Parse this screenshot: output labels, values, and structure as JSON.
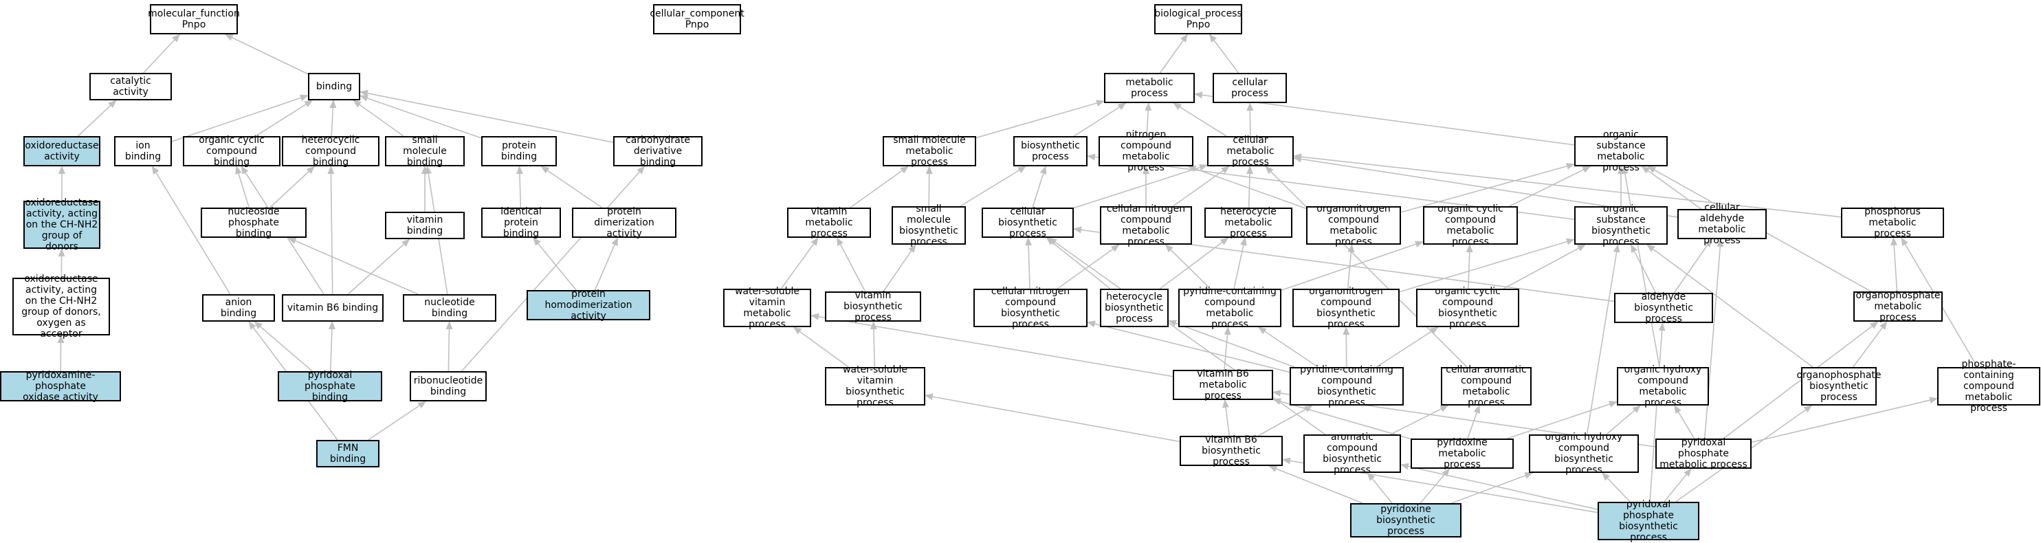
{
  "colors": {
    "highlight": "#add8e6",
    "plain": "#ffffff",
    "border": "#000000",
    "edge": "#c0c0c0"
  },
  "nodes": [
    {
      "id": "mf",
      "label": "molecular_function\nPnpo",
      "hl": false
    },
    {
      "id": "cc",
      "label": "cellular_component\nPnpo",
      "hl": false
    },
    {
      "id": "bp",
      "label": "biological_process\nPnpo",
      "hl": false
    },
    {
      "id": "catalytic",
      "label": "catalytic activity",
      "hl": false
    },
    {
      "id": "binding",
      "label": "binding",
      "hl": false
    },
    {
      "id": "oxred",
      "label": "oxidoreductase\nactivity",
      "hl": true
    },
    {
      "id": "ionb",
      "label": "ion binding",
      "hl": false
    },
    {
      "id": "orgcycb",
      "label": "organic cyclic\ncompound binding",
      "hl": false
    },
    {
      "id": "hetcycb",
      "label": "heterocyclic\ncompound binding",
      "hl": false
    },
    {
      "id": "smallmolb",
      "label": "small molecule\nbinding",
      "hl": false
    },
    {
      "id": "protb",
      "label": "protein binding",
      "hl": false
    },
    {
      "id": "carbob",
      "label": "carbohydrate\nderivative binding",
      "hl": false
    },
    {
      "id": "oxred_ch",
      "label": "oxidoreductase\nactivity, acting\non the CH-NH2\ngroup of donors",
      "hl": true
    },
    {
      "id": "nucphosb",
      "label": "nucleoside phosphate\nbinding",
      "hl": false
    },
    {
      "id": "vitb",
      "label": "vitamin binding",
      "hl": false
    },
    {
      "id": "identprotb",
      "label": "identical protein\nbinding",
      "hl": false
    },
    {
      "id": "protdimer",
      "label": "protein dimerization\nactivity",
      "hl": false
    },
    {
      "id": "oxred_oxy",
      "label": "oxidoreductase\nactivity, acting\non the CH-NH2\ngroup of donors,\noxygen as acceptor",
      "hl": false
    },
    {
      "id": "anionb",
      "label": "anion binding",
      "hl": false
    },
    {
      "id": "vitb6b",
      "label": "vitamin B6 binding",
      "hl": false
    },
    {
      "id": "nucb",
      "label": "nucleotide binding",
      "hl": false
    },
    {
      "id": "protdimer2",
      "label": "protein homodimerization\nactivity",
      "hl": true
    },
    {
      "id": "ppox",
      "label": "pyridoxamine-phosphate\noxidase activity",
      "hl": true
    },
    {
      "id": "plpb",
      "label": "pyridoxal phosphate\nbinding",
      "hl": true
    },
    {
      "id": "ribonucb",
      "label": "ribonucleotide\nbinding",
      "hl": false
    },
    {
      "id": "fmnb",
      "label": "FMN binding",
      "hl": true
    },
    {
      "id": "metab",
      "label": "metabolic process",
      "hl": false
    },
    {
      "id": "cellproc",
      "label": "cellular process",
      "hl": false
    },
    {
      "id": "smallmolmp",
      "label": "small molecule\nmetabolic process",
      "hl": false
    },
    {
      "id": "biosyn",
      "label": "biosynthetic\nprocess",
      "hl": false
    },
    {
      "id": "nitromp",
      "label": "nitrogen compound\nmetabolic process",
      "hl": false
    },
    {
      "id": "cellmp",
      "label": "cellular metabolic\nprocess",
      "hl": false
    },
    {
      "id": "orgsubmp",
      "label": "organic substance\nmetabolic process",
      "hl": false
    },
    {
      "id": "vitmp",
      "label": "vitamin metabolic\nprocess",
      "hl": false
    },
    {
      "id": "smallmolbp",
      "label": "small molecule\nbiosynthetic\nprocess",
      "hl": false
    },
    {
      "id": "cellbiosyn",
      "label": "cellular biosynthetic\nprocess",
      "hl": false
    },
    {
      "id": "cellnitro",
      "label": "cellular nitrogen\ncompound metabolic\nprocess",
      "hl": false
    },
    {
      "id": "hetcycmp",
      "label": "heterocycle\nmetabolic process",
      "hl": false
    },
    {
      "id": "organonitmp",
      "label": "organonitrogen\ncompound metabolic\nprocess",
      "hl": false
    },
    {
      "id": "orgcycmp",
      "label": "organic cyclic\ncompound metabolic\nprocess",
      "hl": false
    },
    {
      "id": "orgsubbp",
      "label": "organic substance\nbiosynthetic\nprocess",
      "hl": false
    },
    {
      "id": "cellald",
      "label": "cellular aldehyde\nmetabolic process",
      "hl": false
    },
    {
      "id": "phosmp",
      "label": "phosphorus metabolic\nprocess",
      "hl": false
    },
    {
      "id": "wsvitmp",
      "label": "water-soluble\nvitamin metabolic\nprocess",
      "hl": false
    },
    {
      "id": "vitbp",
      "label": "vitamin biosynthetic\nprocess",
      "hl": false
    },
    {
      "id": "cellnitrobp",
      "label": "cellular nitrogen\ncompound biosynthetic\nprocess",
      "hl": false
    },
    {
      "id": "hetcycbp",
      "label": "heterocycle\nbiosynthetic\nprocess",
      "hl": false
    },
    {
      "id": "pyrcmp",
      "label": "pyridine-containing\ncompound metabolic\nprocess",
      "hl": false
    },
    {
      "id": "organonitbp",
      "label": "organonitrogen\ncompound biosynthetic\nprocess",
      "hl": false
    },
    {
      "id": "orgcycbp",
      "label": "organic cyclic\ncompound biosynthetic\nprocess",
      "hl": false
    },
    {
      "id": "aldbp",
      "label": "aldehyde biosynthetic\nprocess",
      "hl": false
    },
    {
      "id": "orgphosmp",
      "label": "organophosphate\nmetabolic process",
      "hl": false
    },
    {
      "id": "wsvitbp",
      "label": "water-soluble\nvitamin biosynthetic\nprocess",
      "hl": false
    },
    {
      "id": "vitb6mp",
      "label": "vitamin B6 metabolic\nprocess",
      "hl": false
    },
    {
      "id": "pyrcbp",
      "label": "pyridine-containing\ncompound biosynthetic\nprocess",
      "hl": false
    },
    {
      "id": "cellaromp",
      "label": "cellular aromatic\ncompound metabolic\nprocess",
      "hl": false
    },
    {
      "id": "orghydmp",
      "label": "organic hydroxy\ncompound metabolic\nprocess",
      "hl": false
    },
    {
      "id": "orgphosbp",
      "label": "organophosphate\nbiosynthetic\nprocess",
      "hl": false
    },
    {
      "id": "phoscontmp",
      "label": "phosphate-containing\ncompound metabolic\nprocess",
      "hl": false
    },
    {
      "id": "vitb6bp",
      "label": "vitamin B6 biosynthetic\nprocess",
      "hl": false
    },
    {
      "id": "arombp",
      "label": "aromatic compound\nbiosynthetic\nprocess",
      "hl": false
    },
    {
      "id": "pyridoxmp",
      "label": "pyridoxine metabolic\nprocess",
      "hl": false
    },
    {
      "id": "orghydbp",
      "label": "organic hydroxy\ncompound biosynthetic\nprocess",
      "hl": false
    },
    {
      "id": "plpmp",
      "label": "pyridoxal phosphate\nmetabolic process",
      "hl": false
    },
    {
      "id": "pyridoxbp",
      "label": "pyridoxine biosynthetic\nprocess",
      "hl": true
    },
    {
      "id": "plpbp",
      "label": "pyridoxal phosphate\nbiosynthetic\nprocess",
      "hl": true
    }
  ],
  "edges": [
    [
      "catalytic",
      "mf"
    ],
    [
      "binding",
      "mf"
    ],
    [
      "oxred",
      "catalytic"
    ],
    [
      "ionb",
      "binding"
    ],
    [
      "orgcycb",
      "binding"
    ],
    [
      "hetcycb",
      "binding"
    ],
    [
      "smallmolb",
      "binding"
    ],
    [
      "protb",
      "binding"
    ],
    [
      "carbob",
      "binding"
    ],
    [
      "oxred_ch",
      "oxred"
    ],
    [
      "oxred_oxy",
      "oxred_ch"
    ],
    [
      "ppox",
      "oxred_oxy"
    ],
    [
      "nucphosb",
      "orgcycb"
    ],
    [
      "nucphosb",
      "hetcycb"
    ],
    [
      "vitb",
      "smallmolb"
    ],
    [
      "identprotb",
      "protb"
    ],
    [
      "protdimer",
      "protb"
    ],
    [
      "protdimer2",
      "identprotb"
    ],
    [
      "protdimer2",
      "protdimer"
    ],
    [
      "anionb",
      "ionb"
    ],
    [
      "vitb6b",
      "vitb"
    ],
    [
      "vitb6b",
      "orgcycb"
    ],
    [
      "vitb6b",
      "hetcycb"
    ],
    [
      "nucb",
      "nucphosb"
    ],
    [
      "nucb",
      "smallmolb"
    ],
    [
      "plpb",
      "anionb"
    ],
    [
      "plpb",
      "vitb6b"
    ],
    [
      "ribonucb",
      "nucb"
    ],
    [
      "ribonucb",
      "carbob"
    ],
    [
      "fmnb",
      "ribonucb"
    ],
    [
      "fmnb",
      "anionb"
    ],
    [
      "metab",
      "bp"
    ],
    [
      "cellproc",
      "bp"
    ],
    [
      "smallmolmp",
      "metab"
    ],
    [
      "biosyn",
      "metab"
    ],
    [
      "nitromp",
      "metab"
    ],
    [
      "cellmp",
      "metab"
    ],
    [
      "cellmp",
      "cellproc"
    ],
    [
      "orgsubmp",
      "metab"
    ],
    [
      "vitmp",
      "smallmolmp"
    ],
    [
      "smallmolbp",
      "smallmolmp"
    ],
    [
      "smallmolbp",
      "biosyn"
    ],
    [
      "cellbiosyn",
      "biosyn"
    ],
    [
      "cellbiosyn",
      "cellmp"
    ],
    [
      "cellnitro",
      "nitromp"
    ],
    [
      "cellnitro",
      "cellmp"
    ],
    [
      "hetcycmp",
      "cellmp"
    ],
    [
      "organonitmp",
      "nitromp"
    ],
    [
      "organonitmp",
      "orgsubmp"
    ],
    [
      "orgcycmp",
      "orgsubmp"
    ],
    [
      "orgsubbp",
      "biosyn"
    ],
    [
      "orgsubbp",
      "orgsubmp"
    ],
    [
      "cellald",
      "cellmp"
    ],
    [
      "cellald",
      "orgsubmp"
    ],
    [
      "phosmp",
      "cellmp"
    ],
    [
      "wsvitmp",
      "vitmp"
    ],
    [
      "vitbp",
      "vitmp"
    ],
    [
      "vitbp",
      "smallmolbp"
    ],
    [
      "cellnitrobp",
      "cellbiosyn"
    ],
    [
      "cellnitrobp",
      "cellnitro"
    ],
    [
      "hetcycbp",
      "cellbiosyn"
    ],
    [
      "hetcycbp",
      "hetcycmp"
    ],
    [
      "pyrcmp",
      "cellnitro"
    ],
    [
      "pyrcmp",
      "hetcycmp"
    ],
    [
      "pyrcmp",
      "orgcycmp"
    ],
    [
      "organonitbp",
      "organonitmp"
    ],
    [
      "organonitbp",
      "orgsubbp"
    ],
    [
      "orgcycbp",
      "orgcycmp"
    ],
    [
      "orgcycbp",
      "orgsubbp"
    ],
    [
      "aldbp",
      "cellbiosyn"
    ],
    [
      "aldbp",
      "cellald"
    ],
    [
      "aldbp",
      "orgsubbp"
    ],
    [
      "orgphosmp",
      "phosmp"
    ],
    [
      "orgphosmp",
      "orgsubmp"
    ],
    [
      "wsvitbp",
      "wsvitmp"
    ],
    [
      "wsvitbp",
      "vitbp"
    ],
    [
      "vitb6mp",
      "wsvitmp"
    ],
    [
      "vitb6mp",
      "pyrcmp"
    ],
    [
      "pyrcbp",
      "cellnitrobp"
    ],
    [
      "pyrcbp",
      "hetcycbp"
    ],
    [
      "pyrcbp",
      "pyrcmp"
    ],
    [
      "pyrcbp",
      "organonitbp"
    ],
    [
      "pyrcbp",
      "orgcycbp"
    ],
    [
      "cellaromp",
      "cellmp"
    ],
    [
      "orghydmp",
      "orgsubmp"
    ],
    [
      "orgphosbp",
      "orgphosmp"
    ],
    [
      "orgphosbp",
      "orgsubbp"
    ],
    [
      "phoscontmp",
      "phosmp"
    ],
    [
      "vitb6bp",
      "vitb6mp"
    ],
    [
      "vitb6bp",
      "pyrcbp"
    ],
    [
      "vitb6bp",
      "wsvitbp"
    ],
    [
      "arombp",
      "cellaromp"
    ],
    [
      "arombp",
      "cellbiosyn"
    ],
    [
      "pyridoxmp",
      "vitb6mp"
    ],
    [
      "pyridoxmp",
      "cellaromp"
    ],
    [
      "pyridoxmp",
      "orghydmp"
    ],
    [
      "orghydbp",
      "orghydmp"
    ],
    [
      "orghydbp",
      "orgsubbp"
    ],
    [
      "plpmp",
      "vitb6mp"
    ],
    [
      "plpmp",
      "cellald"
    ],
    [
      "plpmp",
      "orgphosmp"
    ],
    [
      "plpmp",
      "phoscontmp"
    ],
    [
      "plpmp",
      "orghydmp"
    ],
    [
      "pyridoxbp",
      "vitb6bp"
    ],
    [
      "pyridoxbp",
      "arombp"
    ],
    [
      "pyridoxbp",
      "pyridoxmp"
    ],
    [
      "pyridoxbp",
      "orghydbp"
    ],
    [
      "plpbp",
      "vitb6bp"
    ],
    [
      "plpbp",
      "plpmp"
    ],
    [
      "plpbp",
      "aldbp"
    ],
    [
      "plpbp",
      "orgphosbp"
    ],
    [
      "plpbp",
      "arombp"
    ],
    [
      "plpbp",
      "orghydbp"
    ]
  ]
}
